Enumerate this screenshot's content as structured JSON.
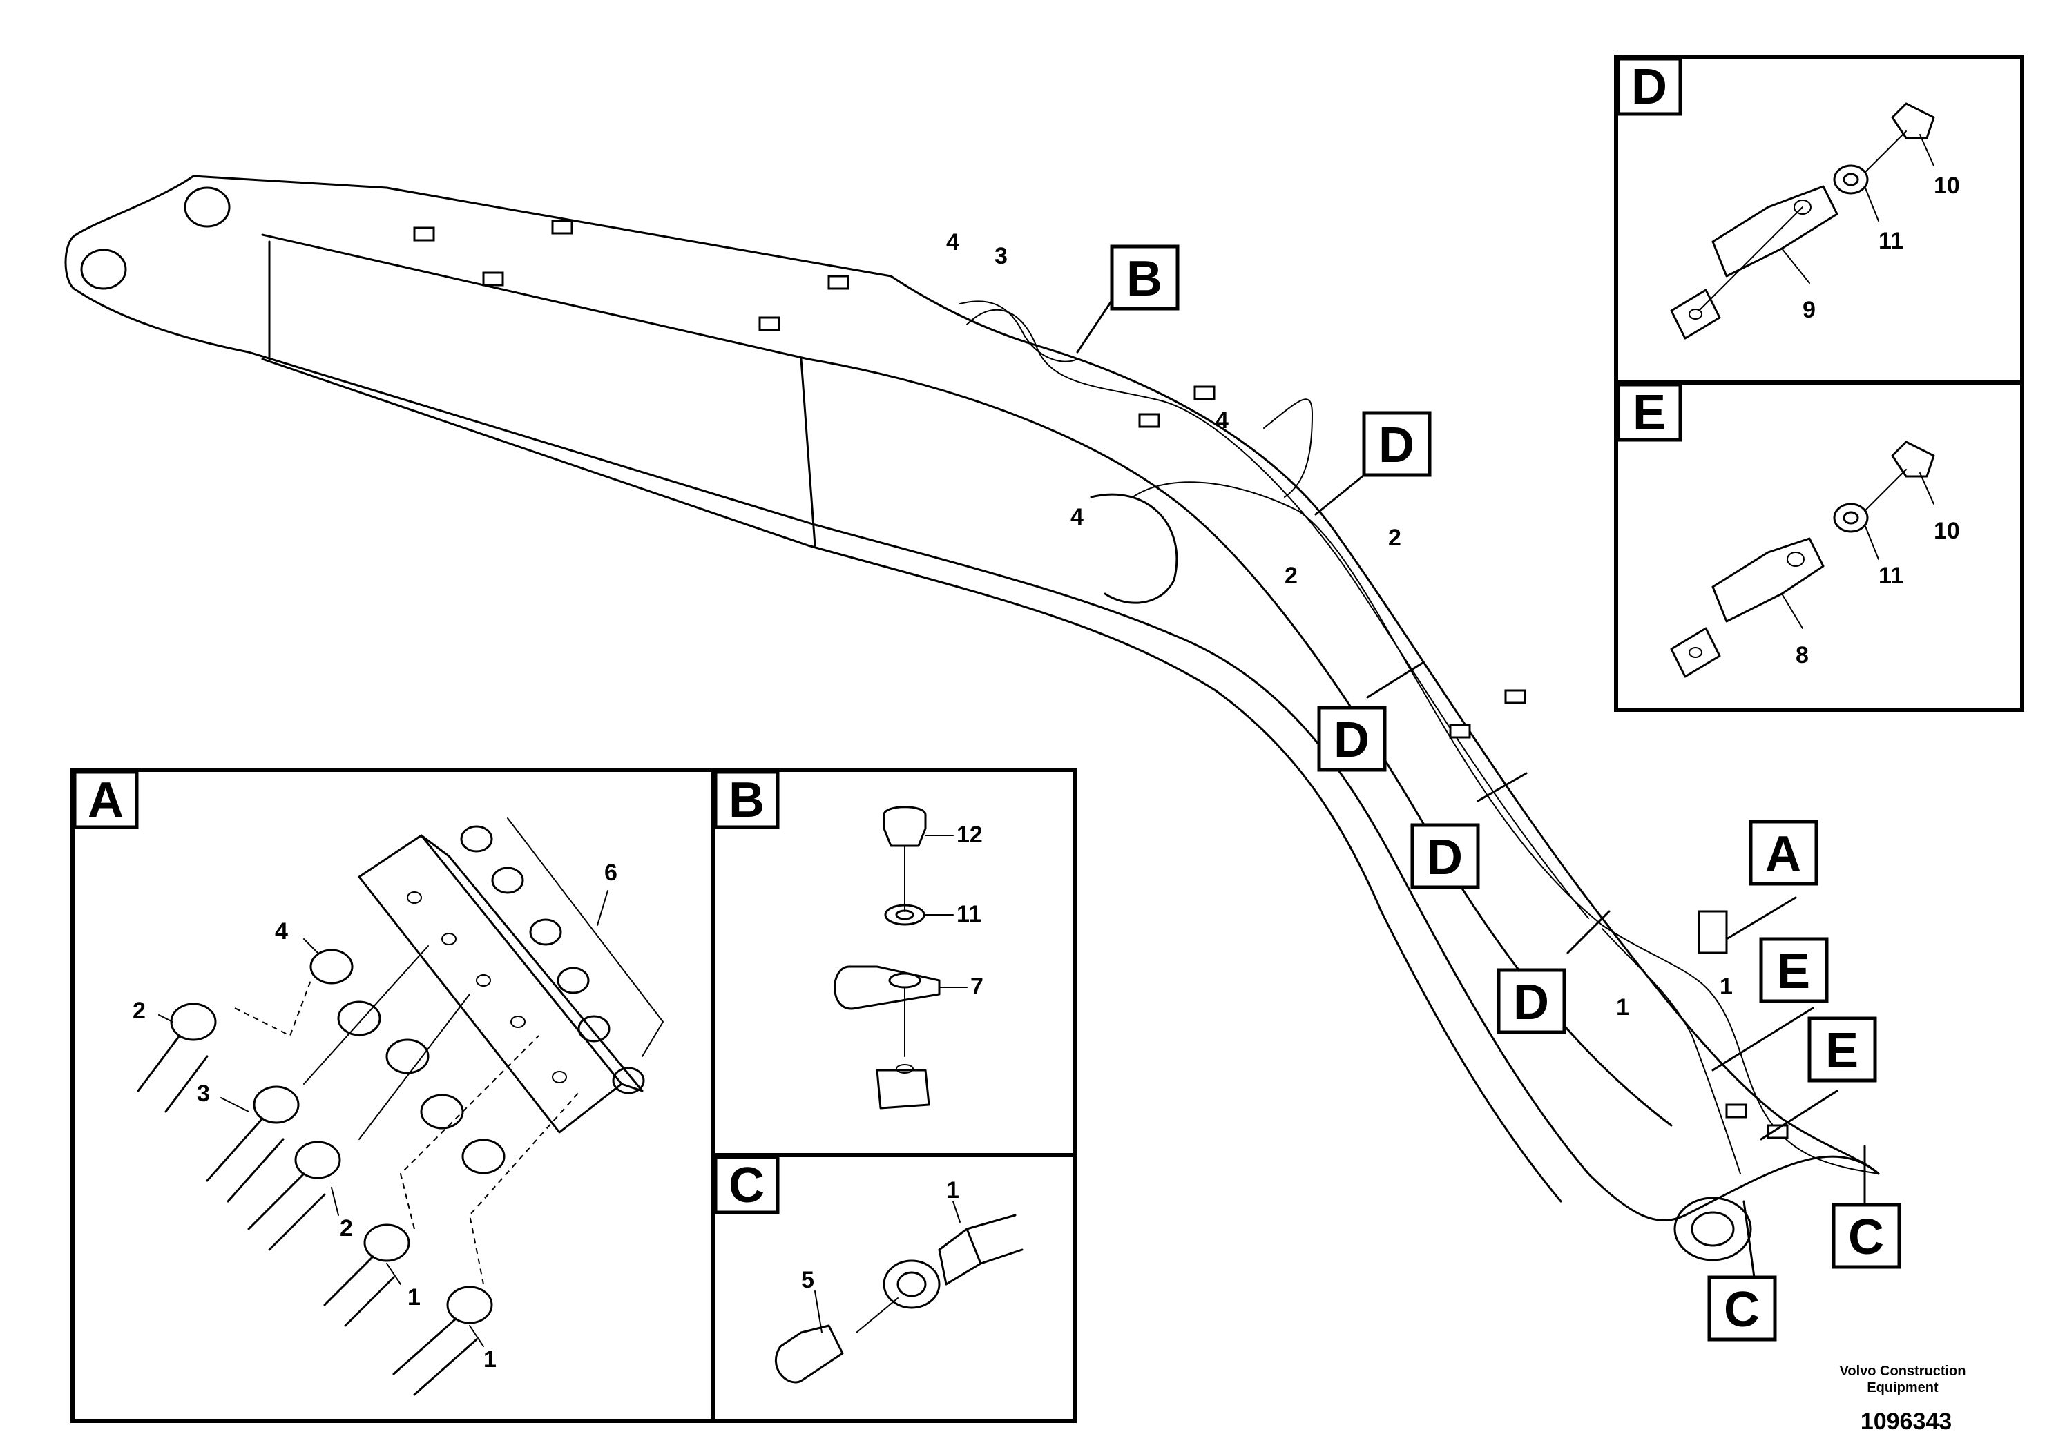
{
  "callouts": {
    "a": "A",
    "b": "B",
    "c": "C",
    "d": "D",
    "e": "E"
  },
  "panels": {
    "a": {
      "title": "A"
    },
    "b": {
      "title": "B"
    },
    "c": {
      "title": "C"
    },
    "d": {
      "title": "D"
    },
    "e": {
      "title": "E"
    }
  },
  "part_numbers": {
    "p1": "1",
    "p2": "2",
    "p3": "3",
    "p4": "4",
    "p5": "5",
    "p6": "6",
    "p7": "7",
    "p8": "8",
    "p9": "9",
    "p10": "10",
    "p11": "11",
    "p12": "12"
  },
  "footer": {
    "brand_line1": "Volvo Construction",
    "brand_line2": "Equipment",
    "document_number": "1096343"
  }
}
